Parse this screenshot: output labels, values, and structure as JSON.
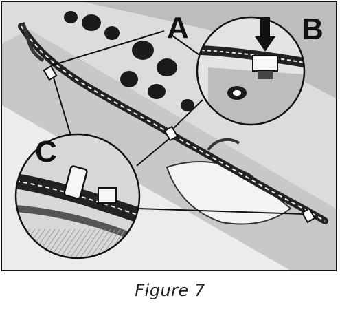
{
  "figure": {
    "callouts": {
      "a": "A",
      "b": "B",
      "c": "C"
    },
    "caption": "Figure 7"
  }
}
